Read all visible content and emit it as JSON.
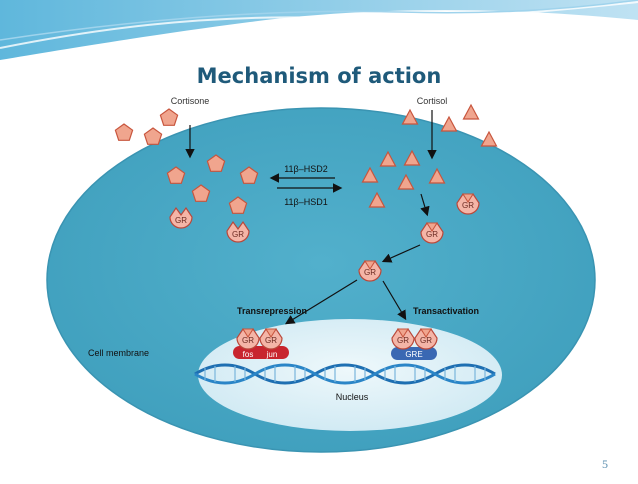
{
  "slide": {
    "title": "Mechanism of action",
    "page_number": "5"
  },
  "diagram": {
    "cortisone_label": "Cortisone",
    "cortisol_label": "Cortisol",
    "enzyme_top": "11β–HSD2",
    "enzyme_bottom": "11β–HSD1",
    "receptor_label": "GR",
    "transrepression_label": "Transrepression",
    "transactivation_label": "Transactivation",
    "cell_membrane_label": "Cell membrane",
    "nucleus_label": "Nucleus",
    "fos_label": "fos",
    "jun_label": "jun",
    "gre_label": "GRE",
    "colors": {
      "cell": "#4aa9c6",
      "nucleus": "#d8eef6",
      "hormone": "#f0a58e",
      "receptor": "#f4b5a7",
      "dna": "#1e6fb2",
      "fos_jun": "#c8252f",
      "gre": "#3a68b3"
    }
  }
}
